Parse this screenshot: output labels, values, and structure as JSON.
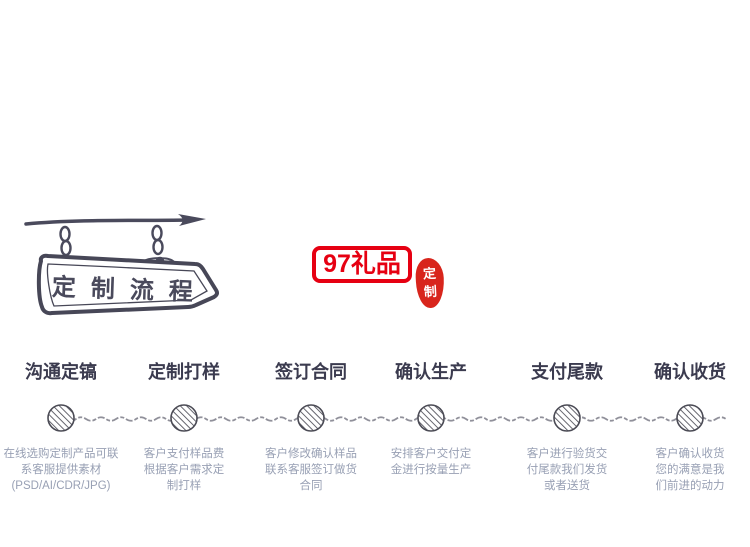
{
  "sign": {
    "text": "定制流程"
  },
  "brand": {
    "logo_text": "97礼品",
    "seal_top": "定",
    "seal_bottom": "制"
  },
  "process": {
    "steps": [
      {
        "title": "沟通定镐",
        "lines": [
          "在线选购定制产品可联",
          "系客服提供素材",
          "(PSD/AI/CDR/JPG)"
        ]
      },
      {
        "title": "定制打样",
        "lines": [
          "客户支付样品费",
          "根据客户需求定",
          "制打样"
        ]
      },
      {
        "title": "签订合同",
        "lines": [
          "客户修改确认样品",
          "联系客服签订做货",
          "合同"
        ]
      },
      {
        "title": "确认生产",
        "lines": [
          "安排客户交付定",
          "金进行按量生产",
          ""
        ]
      },
      {
        "title": "支付尾款",
        "lines": [
          "客户进行验货交",
          "付尾款我们发货",
          "或者送货"
        ]
      },
      {
        "title": "确认收货",
        "lines": [
          "客户确认收货",
          "您的满意是我",
          "们前进的动力"
        ]
      }
    ]
  },
  "colors": {
    "brand_red": "#e60012",
    "sketch_ink": "#4a4a5c",
    "step_title": "#3b3b4f",
    "step_desc": "#98a0b4",
    "timeline_line": "#90909a"
  }
}
